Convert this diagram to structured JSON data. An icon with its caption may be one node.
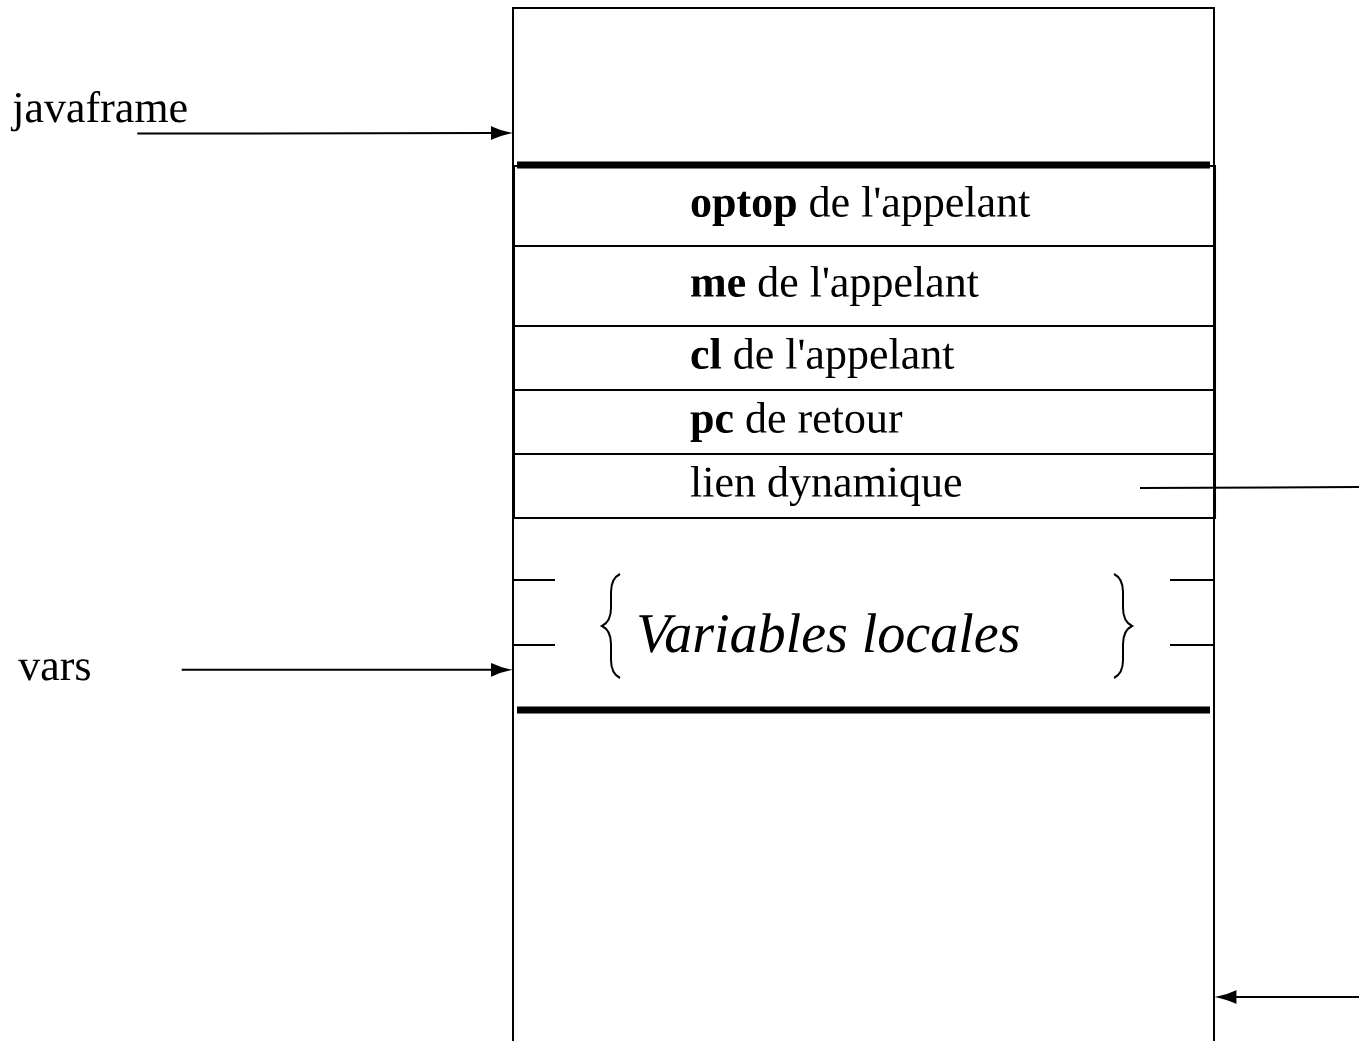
{
  "diagram": {
    "nodes": [
      {
        "text": [
          "javaframe"
        ]
      },
      {
        "text": [],
        "shape": "box"
      },
      {
        "text": [
          "**optop** de l'appelant"
        ],
        "in": 1
      },
      {
        "text": [
          "**me** de l'appelant"
        ],
        "in": 1
      },
      {
        "text": [
          "**cl** de l'appelant"
        ],
        "in": 1
      },
      {
        "text": [
          "**pc** de retour"
        ],
        "in": 1
      },
      {
        "text": [
          "lien dynamique"
        ],
        "in": 1
      },
      {
        "text": [
          "Variables locales"
        ],
        "in": 1
      },
      {
        "text": [
          "vars"
        ]
      }
    ],
    "edges": [
      {
        "from": 0,
        "to": 1,
        "arrow": "to"
      },
      {
        "from": 8,
        "to": 7,
        "arrow": "to"
      },
      {
        "from": 6,
        "to": null,
        "arrow": "none"
      },
      {
        "from": null,
        "to": 1,
        "arrow": "to"
      }
    ]
  }
}
